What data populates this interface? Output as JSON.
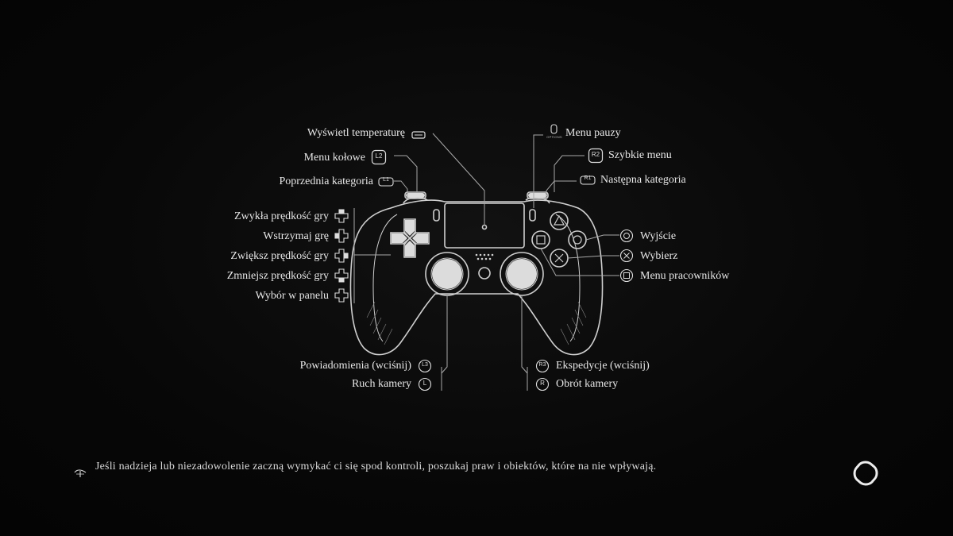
{
  "left_labels": {
    "touchpad": "Wyświetl temperaturę",
    "l2": "Menu kołowe",
    "l1": "Poprzednia kategoria",
    "dpad_up": "Zwykła prędkość gry",
    "dpad_left": "Wstrzymaj grę",
    "dpad_right": "Zwiększ prędkość gry",
    "dpad_down": "Zmniejsz prędkość gry",
    "dpad_all": "Wybór w panelu",
    "l3": "Powiadomienia (wciśnij)",
    "l_stick": "Ruch kamery"
  },
  "right_labels": {
    "options": "Menu pauzy",
    "r2": "Szybkie menu",
    "r1": "Następna kategoria",
    "circle": "Wyjście",
    "cross": "Wybierz",
    "square": "Menu pracowników",
    "r3": "Ekspedycje (wciśnij)",
    "r_stick": "Obrót kamery"
  },
  "glyphs": {
    "l2": "L2",
    "l1": "L1",
    "r2": "R2",
    "r1": "R1",
    "l3": "L3",
    "l": "L",
    "r3": "R3",
    "r": "R",
    "options": "OPTIONS"
  },
  "tip": {
    "text": "Jeśli nadzieja lub niezadowolenie zaczną wymykać ci się spod kontroli, poszukaj praw i obiektów, które na nie wpływają."
  },
  "icons": {
    "tip": "pickaxe-icon",
    "loading": "loading-ring-icon"
  },
  "colors": {
    "background": "#060606",
    "line": "#bdbdbd",
    "text": "#e8e8e8"
  }
}
